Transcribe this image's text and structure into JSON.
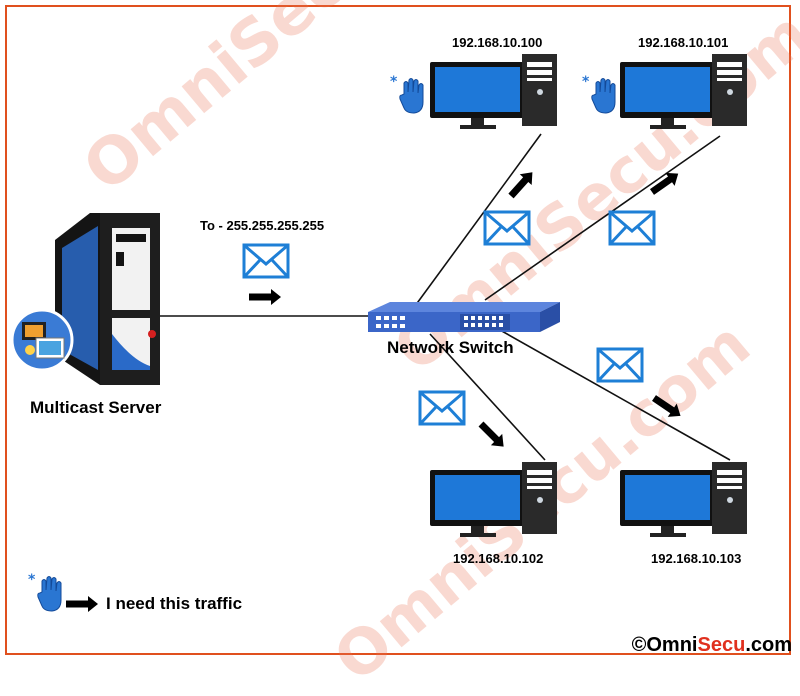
{
  "diagram": {
    "server": {
      "label": "Multicast Server"
    },
    "switch": {
      "label": "Network Switch"
    },
    "destination": {
      "label": "To - 255.255.255.255"
    },
    "hosts": [
      {
        "ip": "192.168.10.100",
        "wants_traffic": true
      },
      {
        "ip": "192.168.10.101",
        "wants_traffic": true
      },
      {
        "ip": "192.168.10.102",
        "wants_traffic": false
      },
      {
        "ip": "192.168.10.103",
        "wants_traffic": false
      }
    ],
    "legend": {
      "label": "I need this traffic"
    },
    "copyright": {
      "symbol": "©",
      "brand_a": "Omni",
      "brand_b": "Secu",
      "brand_c": ".com"
    },
    "watermark": {
      "text_1": "OmniSecu.com",
      "text_2": "OmniSecu.com",
      "text_3": "OmniSecu.com"
    }
  },
  "colors": {
    "frame": "#e0501e",
    "monitor_screen": "#1e78d8",
    "envelope": "#1e7fd6",
    "switch": "#3b66c8",
    "hand": "#2a76d2",
    "arrow": "#000000"
  }
}
